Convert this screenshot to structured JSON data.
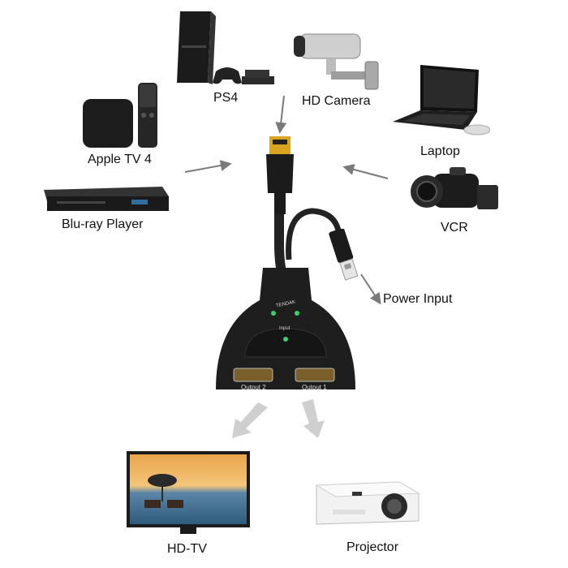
{
  "sources": {
    "ps4": "PS4",
    "hd_camera": "HD Camera",
    "apple_tv": "Apple TV 4",
    "laptop": "Laptop",
    "bluray": "Blu-ray Player",
    "vcr": "VCR"
  },
  "splitter": {
    "brand": "TENDAK",
    "input_label": "Input",
    "output1": "Output 1",
    "output2": "Output 2"
  },
  "power_input": "Power Input",
  "outputs": {
    "hdtv": "HD-TV",
    "projector": "Projector"
  },
  "colors": {
    "device_dark": "#1b1b1b",
    "arrow_gray": "#7a7a7a",
    "arrow_light": "#c8c8c8",
    "led_green": "#3bd16f"
  }
}
